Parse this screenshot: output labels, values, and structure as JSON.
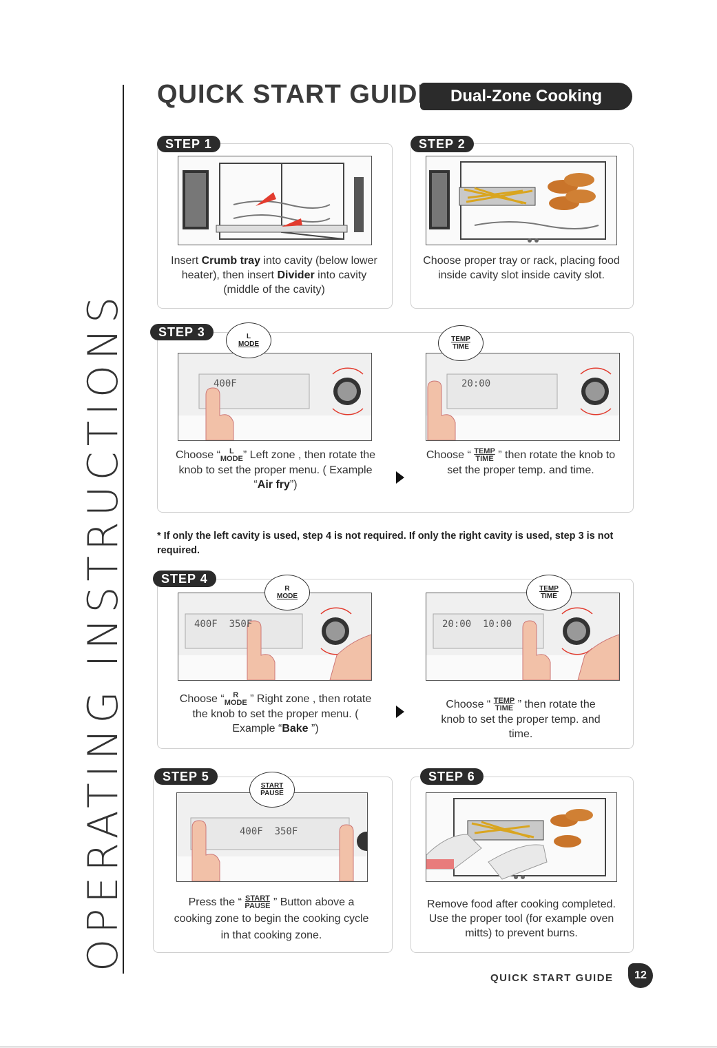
{
  "side_title": "OPERATING INSTRUCTIONS",
  "header": {
    "title": "QUICK START GUIDE",
    "subtitle": "Dual-Zone Cooking"
  },
  "steps": {
    "s1": {
      "badge": "STEP 1",
      "pre": "Insert ",
      "b1": "Crumb tray",
      "mid": " into cavity (below lower heater), then insert ",
      "b2": "Divider",
      "post": " into cavity (middle of the cavity)"
    },
    "s2": {
      "badge": "STEP 2",
      "text": "Choose proper tray or rack, placing food inside cavity slot inside cavity slot."
    },
    "s3": {
      "badge": "STEP 3",
      "bubble_left": {
        "top": "L",
        "bottom": "MODE"
      },
      "bubble_right": {
        "top": "TEMP",
        "bottom": "TIME"
      },
      "left_pre": "Choose “",
      "left_post": "” Left zone , then rotate the knob to set the proper menu.   ( Example “",
      "left_example": "Air fry",
      "left_end": "”)",
      "right_pre": "Choose “ ",
      "right_post": " ” then rotate the knob to set the proper temp. and time.",
      "display_left": "400F",
      "display_right": "20:00"
    },
    "note": "* If only the left cavity is used, step 4 is not required. If only the right cavity is used, step 3 is not required.",
    "s4": {
      "badge": "STEP 4",
      "bubble_left": {
        "top": "R",
        "bottom": "MODE"
      },
      "bubble_right": {
        "top": "TEMP",
        "bottom": "TIME"
      },
      "left_pre": "Choose “",
      "left_post": " ” Right zone , then rotate the knob to set the proper menu.   ( Example “",
      "left_example": "Bake",
      "left_end": " ”)",
      "right_pre": "Choose “ ",
      "right_post": " ” then rotate the knob to set the proper temp. and time.",
      "display_left": "400F  350F",
      "display_right": "20:00  10:00"
    },
    "s5": {
      "badge": "STEP 5",
      "bubble": {
        "top": "START",
        "bottom": "PAUSE"
      },
      "pre": "Press the “ ",
      "post": " ” Button above a cooking zone to begin the cooking cycle in that cooking zone.",
      "display": "400F  350F"
    },
    "s6": {
      "badge": "STEP 6",
      "text": "Remove food after cooking completed. Use the proper tool (for example oven mitts) to prevent burns."
    }
  },
  "footer": {
    "label": "QUICK START GUIDE",
    "page": "12"
  },
  "colors": {
    "dark": "#2b2b2b",
    "accent_red": "#e23b2e",
    "border": "#cfcfcf"
  }
}
